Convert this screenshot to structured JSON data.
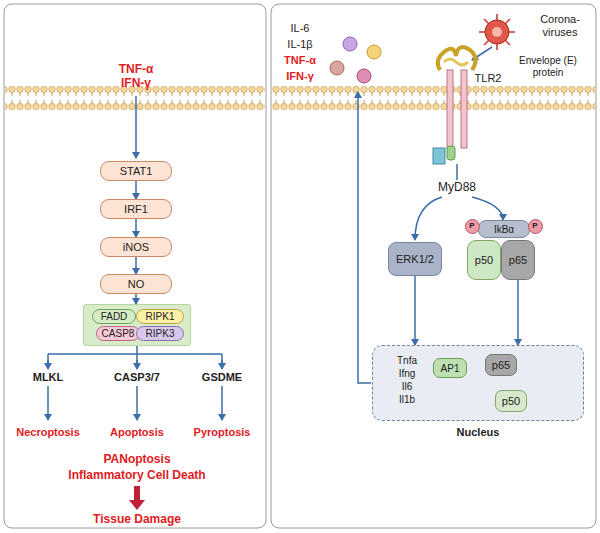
{
  "diagram": {
    "nodes": [
      {
        "text": [
          "STAT1"
        ]
      },
      {
        "text": [
          "IRF1"
        ]
      },
      {
        "text": [
          "iNOS"
        ]
      },
      {
        "text": [
          "NO"
        ]
      },
      {
        "text": []
      },
      {
        "text": [
          "FADD"
        ],
        "in": 4
      },
      {
        "text": [
          "RIPK1"
        ],
        "in": 4
      },
      {
        "text": [
          "CASP8"
        ],
        "in": 4
      },
      {
        "text": [
          "RIPK3"
        ],
        "in": 4
      },
      {
        "text": [
          "ERK1/2"
        ]
      },
      {
        "text": [
          "IkBα"
        ]
      },
      {
        "text": [
          "p50"
        ]
      },
      {
        "text": [
          "p65"
        ]
      },
      {
        "text": [
          "Nucleus"
        ]
      },
      {
        "text": [
          "AP1"
        ],
        "in": 13
      },
      {
        "text": [
          "p65"
        ],
        "in": 13
      },
      {
        "text": [
          "p50"
        ],
        "in": 13
      }
    ],
    "edges": [
      {
        "from": 0,
        "to": 1,
        "arrow": "to"
      },
      {
        "from": 1,
        "to": 2,
        "arrow": "to"
      },
      {
        "from": 2,
        "to": 3,
        "arrow": "to"
      },
      {
        "from": 3,
        "to": 4,
        "arrow": "to"
      },
      {
        "from": 9,
        "to": 13,
        "arrow": "to"
      },
      {
        "from": 12,
        "to": 13,
        "arrow": "to"
      }
    ],
    "labels": [
      "TNF-α",
      "IFN-γ",
      "MLKL",
      "CASP3/7",
      "GSDME",
      "Necroptosis",
      "Apoptosis",
      "Pyroptosis",
      "PANoptosis",
      "Inflammatory Cell Death",
      "Tissue Damage",
      "IL-6",
      "IL-1β",
      "TNF-α",
      "IFN-γ",
      "Corona- viruses",
      "Envelope (E) protein",
      "TLR2",
      "MyD88",
      "P",
      "P",
      "Tnfa",
      "Ifng",
      "Il6",
      "Il1b"
    ]
  }
}
